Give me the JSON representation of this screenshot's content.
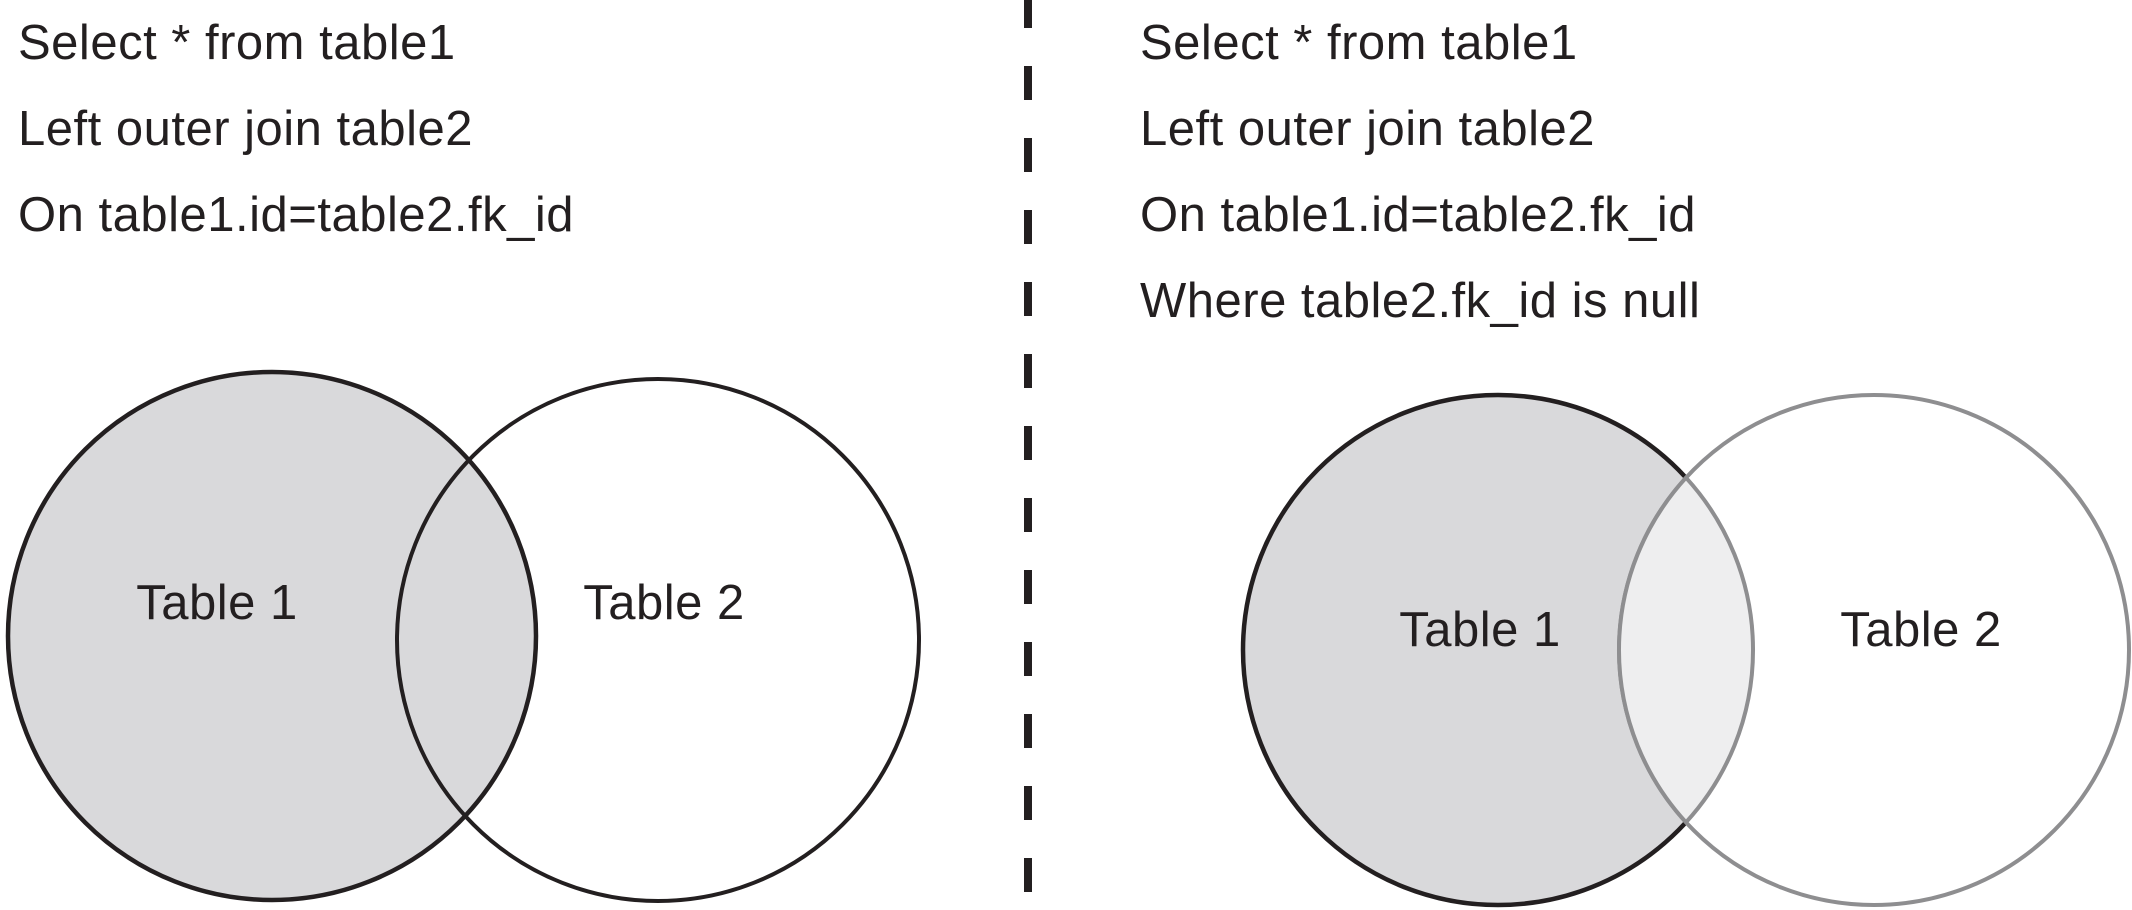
{
  "colors": {
    "background": "#ffffff",
    "table1_fill": "#d9d9db",
    "intersection_fill": "#eeeeef",
    "outline_black": "#231f20",
    "outline_gray": "#8e8e90",
    "text": "#231f20"
  },
  "left_panel": {
    "query_lines": [
      "Select * from table1",
      "Left outer join table2",
      "On table1.id=table2.fk_id"
    ],
    "venn": {
      "table1_label": "Table 1",
      "table2_label": "Table 2"
    }
  },
  "right_panel": {
    "query_lines": [
      "Select * from table1",
      "Left outer join table2",
      "On table1.id=table2.fk_id",
      "Where table2.fk_id is null"
    ],
    "venn": {
      "table1_label": "Table 1",
      "table2_label": "Table 2"
    }
  }
}
